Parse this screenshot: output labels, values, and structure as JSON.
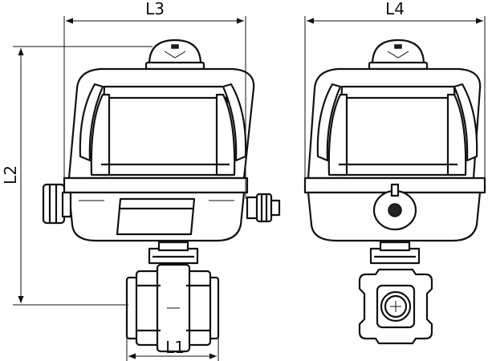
{
  "dimensions": {
    "L1": "L1",
    "L2": "L2",
    "L3": "L3",
    "L4": "L4"
  },
  "views": [
    "front-view",
    "side-view"
  ],
  "colors": {
    "line": "#111111",
    "background": "#ffffff",
    "accent": "#222222"
  }
}
